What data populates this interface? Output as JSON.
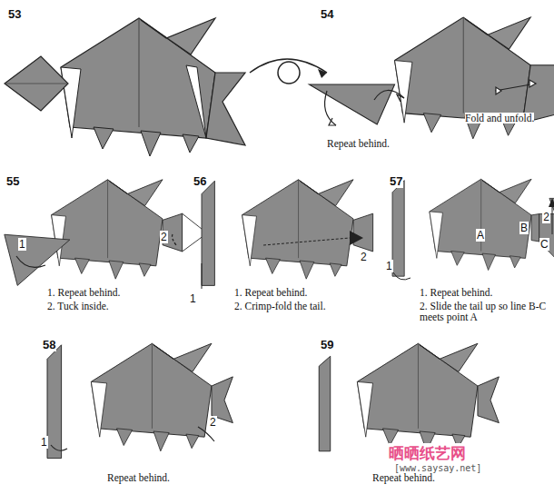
{
  "diagram": {
    "labels": [
      "53",
      "54",
      "Repeat behind.",
      "Fold and unfold.",
      "55",
      "1",
      "2",
      "1. Repeat behind.",
      "2. Tuck inside.",
      "56",
      "1",
      "2",
      "1. Repeat behind.",
      "2. Crimp-fold the tail.",
      "57",
      "A",
      "B",
      "C",
      "2",
      "1",
      "1. Repeat behind.",
      "2. Slide the tail up so line B-C meets point A",
      "58",
      "1",
      "2",
      "Repeat behind.",
      "59",
      "Repeat behind.",
      "晒晒纸艺网",
      "[www.saysay.net]"
    ]
  }
}
